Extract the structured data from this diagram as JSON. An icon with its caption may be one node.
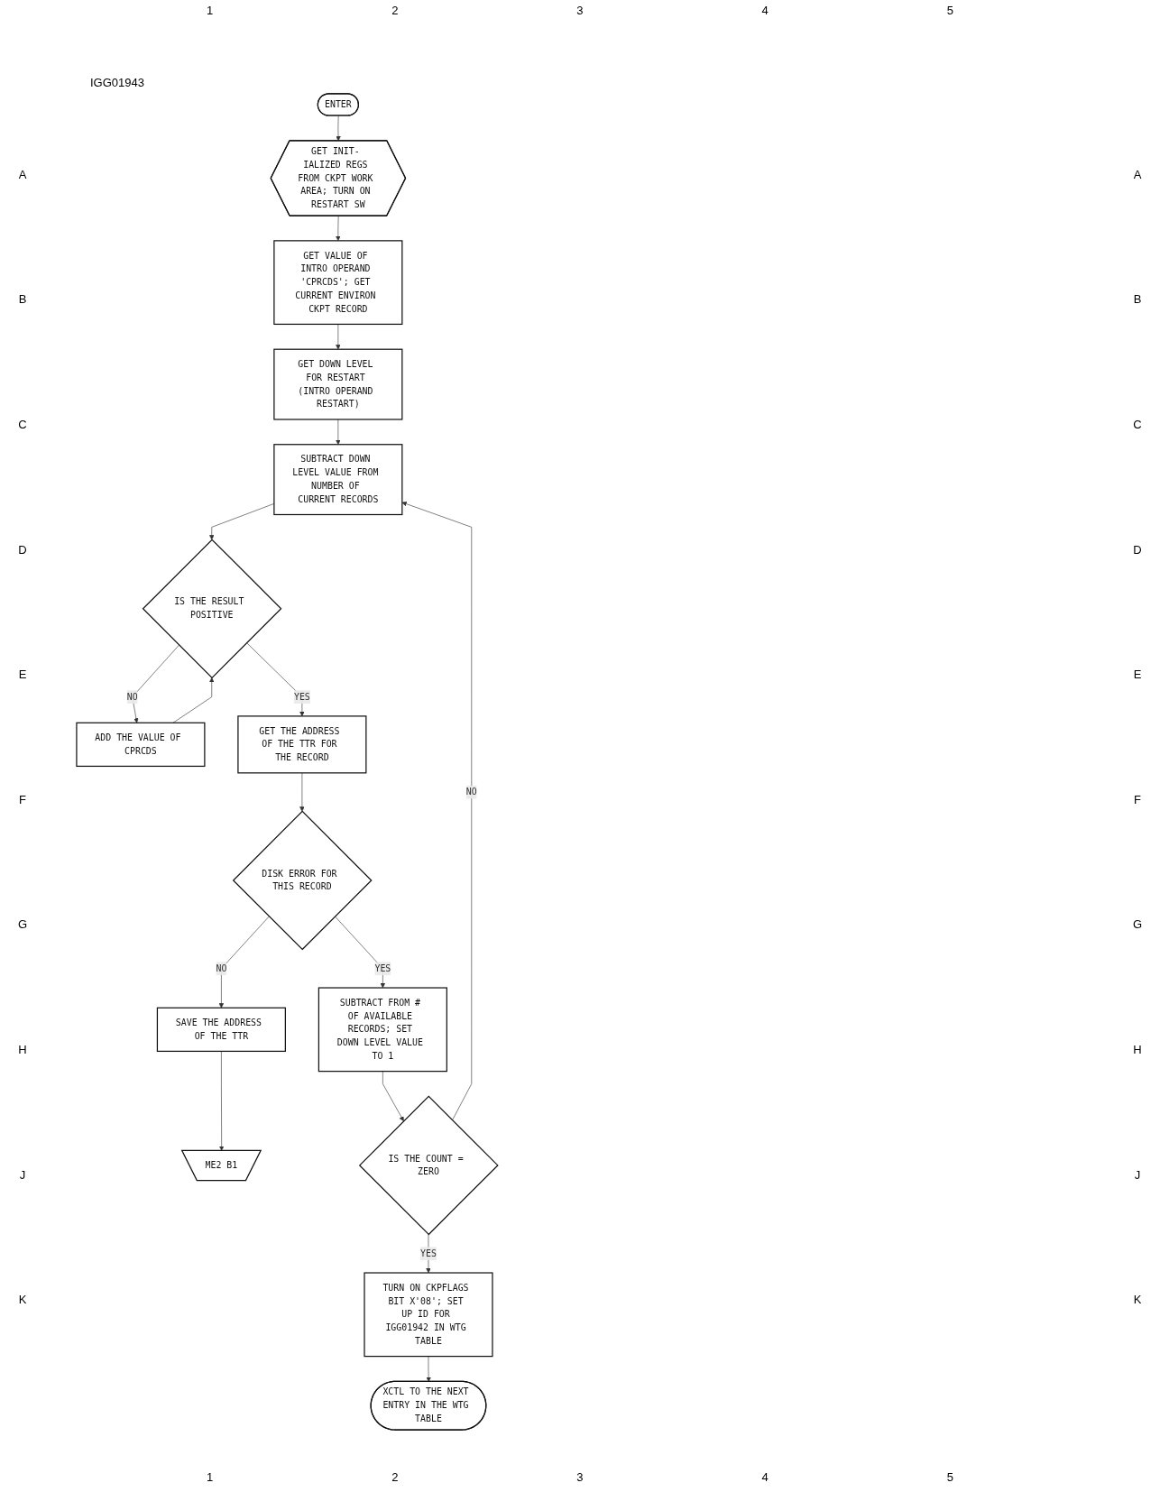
{
  "diagram": {
    "nodes": [
      {
        "text": [
          "ENTER"
        ]
      },
      {
        "text": [
          "GET INIT- IALIZED REGS FROM CKPT WORK AREA; TURN ON RESTART SW"
        ]
      },
      {
        "text": [
          "GET VALUE OF INTRO OPERAND 'CPRCDS'; GET CURRENT ENVIRON CKPT RECORD"
        ]
      },
      {
        "text": [
          "GET DOWN LEVEL FOR RESTART (INTRO OPERAND RESTART)"
        ]
      },
      {
        "text": [
          "SUBTRACT DOWN LEVEL VALUE FROM NUMBER OF CURRENT RECORDS"
        ]
      },
      {
        "text": [
          "IS THE RESULT POSITIVE"
        ]
      },
      {
        "text": [
          "ADD THE VALUE OF CPRCDS"
        ]
      },
      {
        "text": [
          "GET THE ADDRESS OF THE TTR FOR THE RECORD"
        ]
      },
      {
        "text": [
          "DISK ERROR FOR THIS RECORD"
        ]
      },
      {
        "text": [
          "SAVE THE ADDRESS OF THE TTR"
        ]
      },
      {
        "text": [
          "ME2 B1"
        ]
      },
      {
        "text": [
          "SUBTRACT FROM # OF AVAILABLE RECORDS; SET DOWN LEVEL VALUE TO 1"
        ]
      },
      {
        "text": [
          "IS THE COUNT = ZERO"
        ]
      },
      {
        "text": [
          "TURN ON CKPFLAGS BIT X'08'; SET UP ID FOR IGG01942 IN WTG TABLE"
        ]
      },
      {
        "text": [
          "XCTL TO THE NEXT ENTRY IN THE WTG TABLE"
        ]
      }
    ],
    "edges": [
      {
        "from": 0,
        "to": 1,
        "arrow": "to"
      },
      {
        "from": 1,
        "to": 2,
        "arrow": "to"
      },
      {
        "from": 2,
        "to": 3,
        "arrow": "to"
      },
      {
        "from": 3,
        "to": 4,
        "arrow": "to"
      },
      {
        "from": 4,
        "to": 5,
        "arrow": "to"
      },
      {
        "from": 5,
        "to": 6,
        "arrow": "to",
        "label": "NO"
      },
      {
        "from": 6,
        "to": 5,
        "arrow": "to"
      },
      {
        "from": 5,
        "to": 7,
        "arrow": "to",
        "label": "YES"
      },
      {
        "from": 7,
        "to": 8,
        "arrow": "to"
      },
      {
        "from": 8,
        "to": 9,
        "arrow": "to",
        "label": "NO"
      },
      {
        "from": 9,
        "to": 10,
        "arrow": "to"
      },
      {
        "from": 8,
        "to": 11,
        "arrow": "to",
        "label": "YES"
      },
      {
        "from": 11,
        "to": 12,
        "arrow": "to"
      },
      {
        "from": 12,
        "to": 13,
        "arrow": "to",
        "label": "YES"
      },
      {
        "from": 13,
        "to": 14,
        "arrow": "to"
      },
      {
        "from": 12,
        "to": 4,
        "arrow": "to",
        "label": "NO"
      }
    ],
    "labels": [
      "1",
      "2",
      "3",
      "4",
      "5",
      "IGG01943",
      "A",
      "A",
      "B",
      "B",
      "C",
      "C",
      "D",
      "D",
      "E",
      "E",
      "F",
      "F",
      "G",
      "G",
      "H",
      "H",
      "J",
      "J",
      "K",
      "K",
      "1",
      "2",
      "3",
      "4",
      "5"
    ]
  }
}
